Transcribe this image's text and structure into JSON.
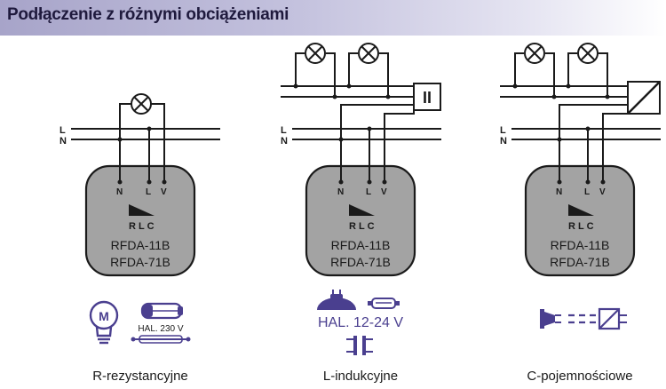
{
  "title": "Podłączenie z różnymi obciążeniami",
  "line_labels": {
    "l": "L",
    "n": "N"
  },
  "pin_labels": {
    "n": "N",
    "l": "L",
    "v": "V"
  },
  "module": {
    "logo": "RLC",
    "model_1": "RFDA-11B",
    "model_2": "RFDA-71B"
  },
  "panels": [
    {
      "caption": "R-rezystancyjne",
      "bulb_text": "M",
      "halogen_text": "HAL. 230 V"
    },
    {
      "caption": "L-indukcyjne",
      "halogen_text": "HAL. 12-24 V",
      "transformer_text": "II"
    },
    {
      "caption": "C-pojemnościowe"
    }
  ],
  "colors": {
    "accent": "#4a3f8f",
    "module_fill": "#a3a3a3",
    "header_start": "#a7a4c9"
  }
}
